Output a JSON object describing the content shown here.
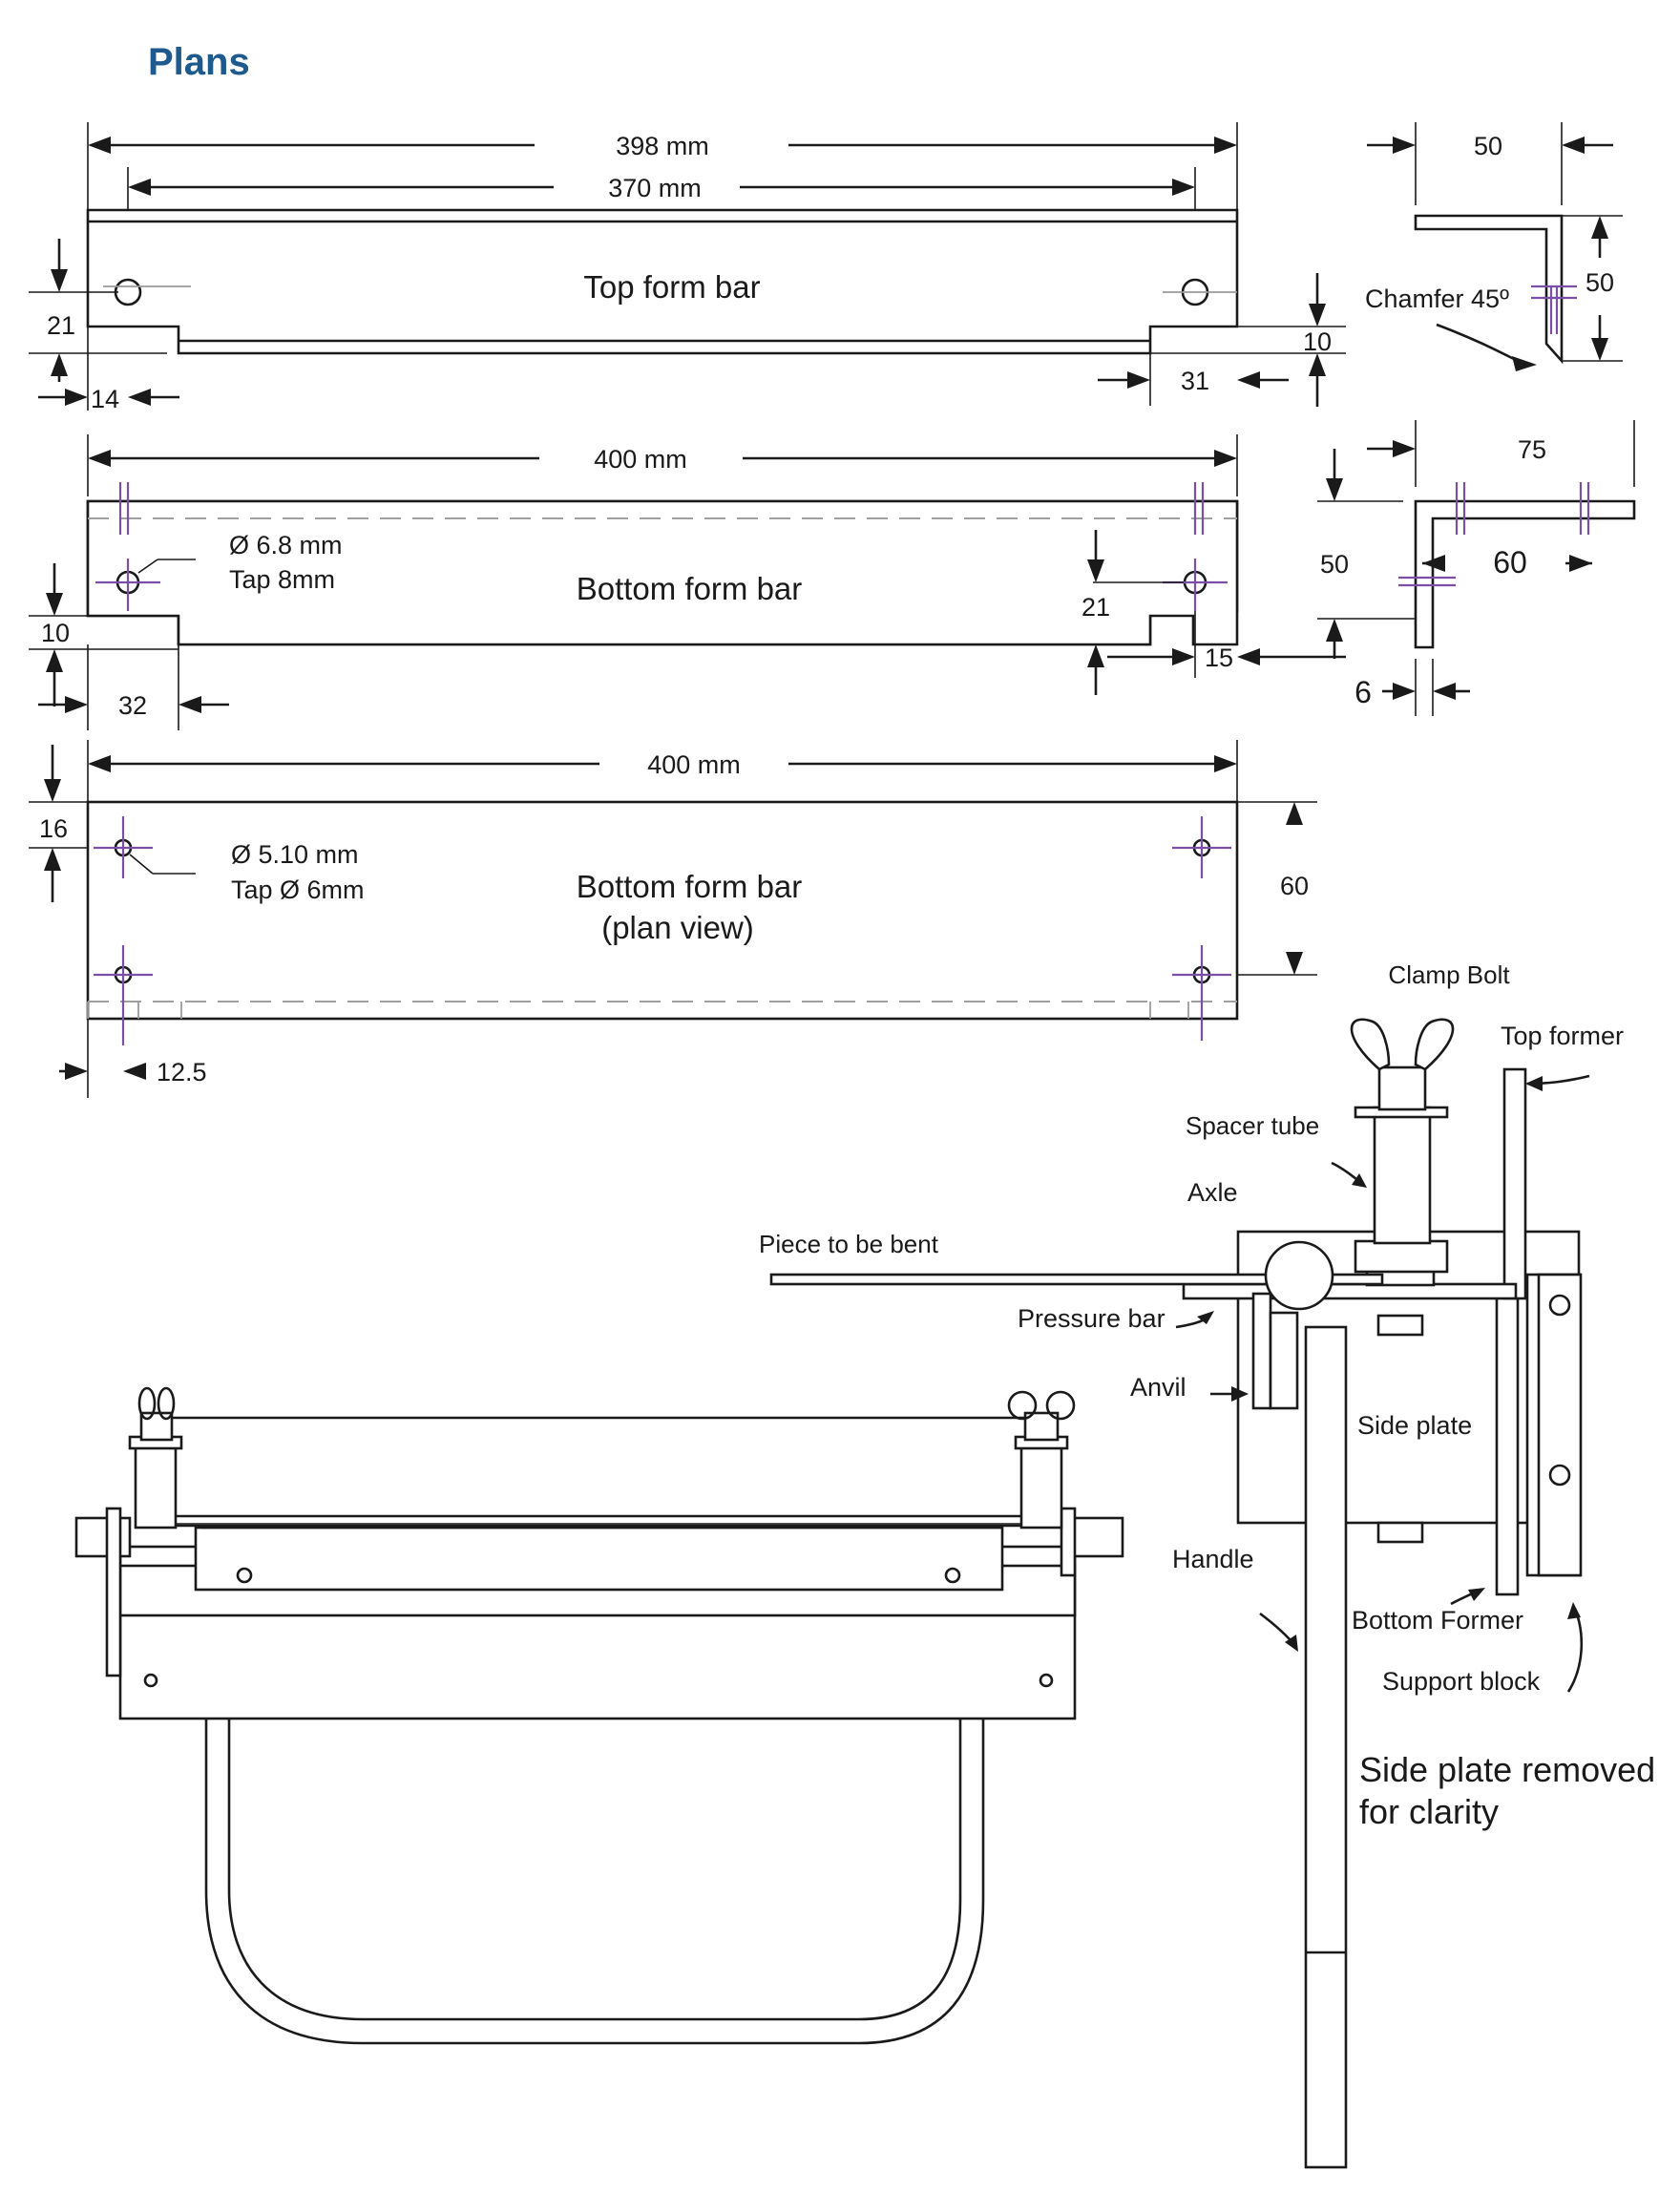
{
  "title": "Plans",
  "top_form_bar": {
    "label": "Top form bar",
    "dim_overall": "398  mm",
    "dim_holes": "370 mm",
    "dim_hole_height": "21",
    "dim_hole_inset": "14",
    "dim_notch_height": "10",
    "dim_notch_width": "31"
  },
  "top_profile": {
    "dim_width": "50",
    "dim_height": "50",
    "chamfer": "Chamfer 45º"
  },
  "bottom_form_bar": {
    "label": "Bottom form bar",
    "dim_overall": "400 mm",
    "hole_dia": "Ø 6.8 mm",
    "hole_tap": "Tap 8mm",
    "dim_notch_height": "10",
    "dim_notch_width": "32",
    "dim_hole_height": "21",
    "dim_hole_inset": "15"
  },
  "bottom_profile": {
    "dim_width": "75",
    "dim_height": "50",
    "dim_leg": "60",
    "dim_thickness": "6"
  },
  "plan_view": {
    "label_line1": "Bottom form bar",
    "label_line2": "(plan view)",
    "dim_overall": "400 mm",
    "hole_dia": "Ø 5.10 mm",
    "hole_tap": "Tap Ø 6mm",
    "dim_edge": "16",
    "dim_width": "60",
    "dim_inset": "12.5"
  },
  "assembly_labels": {
    "clamp_bolt": "Clamp Bolt",
    "top_former": "Top former",
    "spacer_tube": "Spacer tube",
    "axle": "Axle",
    "piece_to_be_bent": "Piece to be bent",
    "pressure_bar": "Pressure bar",
    "anvil": "Anvil",
    "side_plate": "Side plate",
    "handle": "Handle",
    "bottom_former": "Bottom Former",
    "support_block": "Support block",
    "note_line1": "Side plate removed",
    "note_line2": "for clarity"
  }
}
